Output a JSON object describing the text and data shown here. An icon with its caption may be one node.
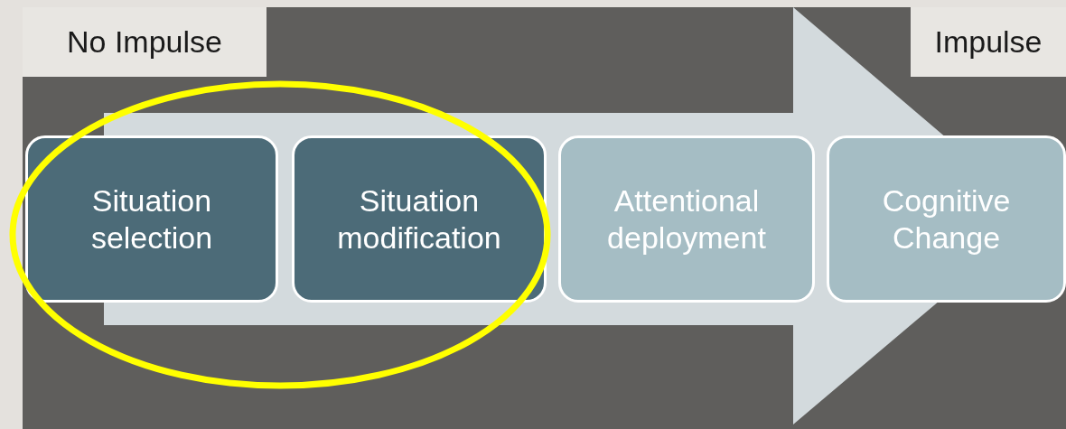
{
  "diagram": {
    "nodes": [
      {
        "text": [
          "No Impulse"
        ]
      },
      {
        "text": [
          "Impulse"
        ]
      },
      {
        "text": [
          "Situation selection"
        ]
      },
      {
        "text": [
          "Situation modification"
        ]
      },
      {
        "text": [
          "Attentional deployment"
        ]
      },
      {
        "text": [
          "Cognitive Change"
        ]
      }
    ],
    "edges": [
      {
        "from": 2,
        "to": 5,
        "arrow": "to"
      }
    ]
  }
}
